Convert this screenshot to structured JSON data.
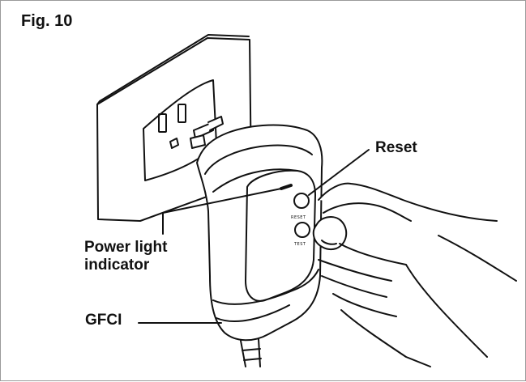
{
  "figure": {
    "title": "Fig. 10",
    "labels": {
      "reset": "Reset",
      "power_light_line1": "Power light",
      "power_light_line2": "indicator",
      "gfci": "GFCI"
    },
    "button_text": {
      "reset": "RESET",
      "test": "TEST"
    }
  }
}
